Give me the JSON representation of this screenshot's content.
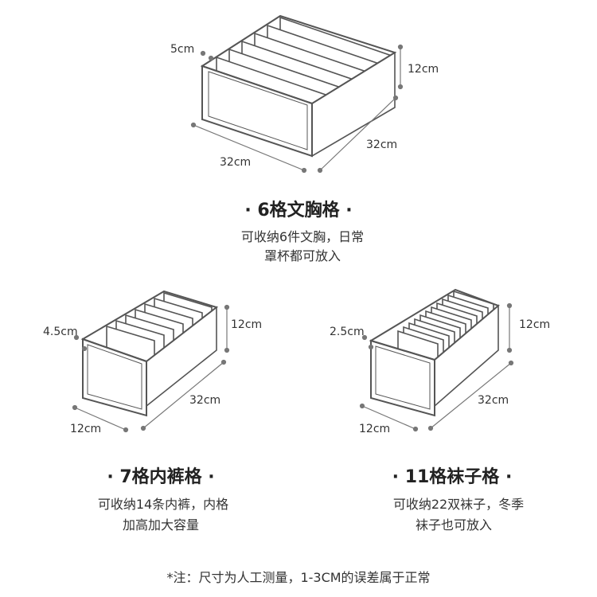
{
  "products": [
    {
      "title": "· 6格文胸格 ·",
      "desc_line1": "可收纳6件文胸，日常",
      "desc_line2": "罩杯都可放入",
      "dim_compartment": "5cm",
      "dim_height": "12cm",
      "dim_width": "32cm",
      "dim_depth": "32cm"
    },
    {
      "title": "· 7格内裤格 ·",
      "desc_line1": "可收纳14条内裤，内格",
      "desc_line2": "加高加大容量",
      "dim_compartment": "4.5cm",
      "dim_height": "12cm",
      "dim_length": "32cm",
      "dim_width": "12cm"
    },
    {
      "title": "· 11格袜子格 ·",
      "desc_line1": "可收纳22双袜子，冬季",
      "desc_line2": "袜子也可放入",
      "dim_compartment": "2.5cm",
      "dim_height": "12cm",
      "dim_length": "32cm",
      "dim_width": "12cm"
    }
  ],
  "footnote": "*注：尺寸为人工测量，1-3CM的误差属于正常",
  "colors": {
    "box_fill": "#ffffff",
    "box_stroke": "#555555",
    "box_outline": "#888888"
  }
}
